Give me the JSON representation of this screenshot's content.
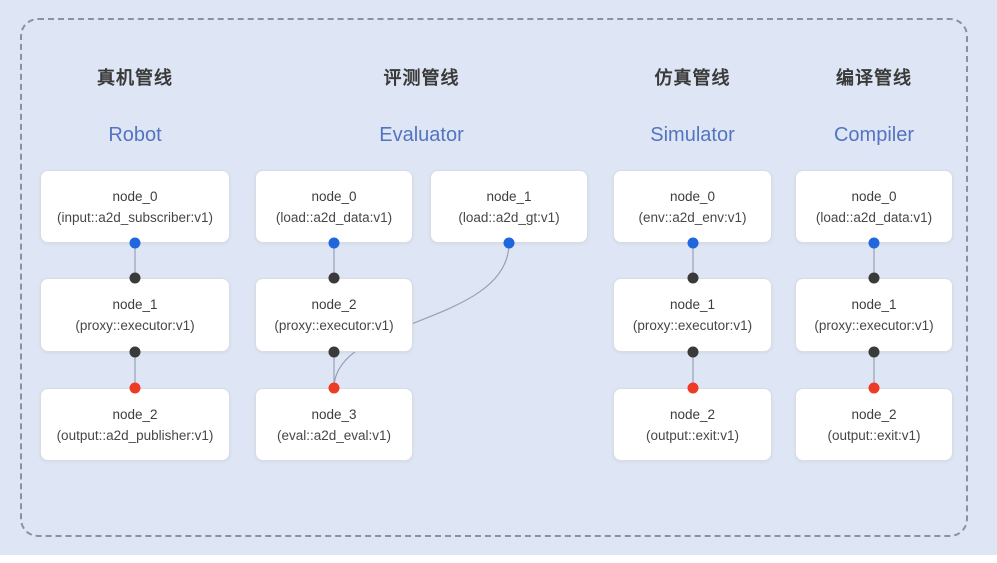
{
  "diagram": {
    "description": "Four pipeline graphs inside a dashed rounded frame",
    "background_color": "#dee6f5",
    "frame_border_color": "#8b919d"
  },
  "pipelines": [
    {
      "id": "robot",
      "title_zh": "真机管线",
      "title_en": "Robot",
      "nodes": [
        {
          "name": "node_0",
          "kind": "(input::a2d_subscriber:v1)"
        },
        {
          "name": "node_1",
          "kind": "(proxy::executor:v1)"
        },
        {
          "name": "node_2",
          "kind": "(output::a2d_publisher:v1)"
        }
      ]
    },
    {
      "id": "evaluator",
      "title_zh": "评测管线",
      "title_en": "Evaluator",
      "nodes": [
        {
          "name": "node_0",
          "kind": "(load::a2d_data:v1)"
        },
        {
          "name": "node_1",
          "kind": "(load::a2d_gt:v1)"
        },
        {
          "name": "node_2",
          "kind": "(proxy::executor:v1)"
        },
        {
          "name": "node_3",
          "kind": "(eval::a2d_eval:v1)"
        }
      ]
    },
    {
      "id": "simulator",
      "title_zh": "仿真管线",
      "title_en": "Simulator",
      "nodes": [
        {
          "name": "node_0",
          "kind": "(env::a2d_env:v1)"
        },
        {
          "name": "node_1",
          "kind": "(proxy::executor:v1)"
        },
        {
          "name": "node_2",
          "kind": "(output::exit:v1)"
        }
      ]
    },
    {
      "id": "compiler",
      "title_zh": "编译管线",
      "title_en": "Compiler",
      "nodes": [
        {
          "name": "node_0",
          "kind": "(load::a2d_data:v1)"
        },
        {
          "name": "node_1",
          "kind": "(proxy::executor:v1)"
        },
        {
          "name": "node_2",
          "kind": "(output::exit:v1)"
        }
      ]
    }
  ],
  "colors": {
    "port_blue": "#2066dd",
    "port_black": "#3a3a3a",
    "port_red": "#ee3b24",
    "edge": "#98a1b4",
    "title_en": "#5474c0",
    "title_zh": "#3a3a3a"
  }
}
